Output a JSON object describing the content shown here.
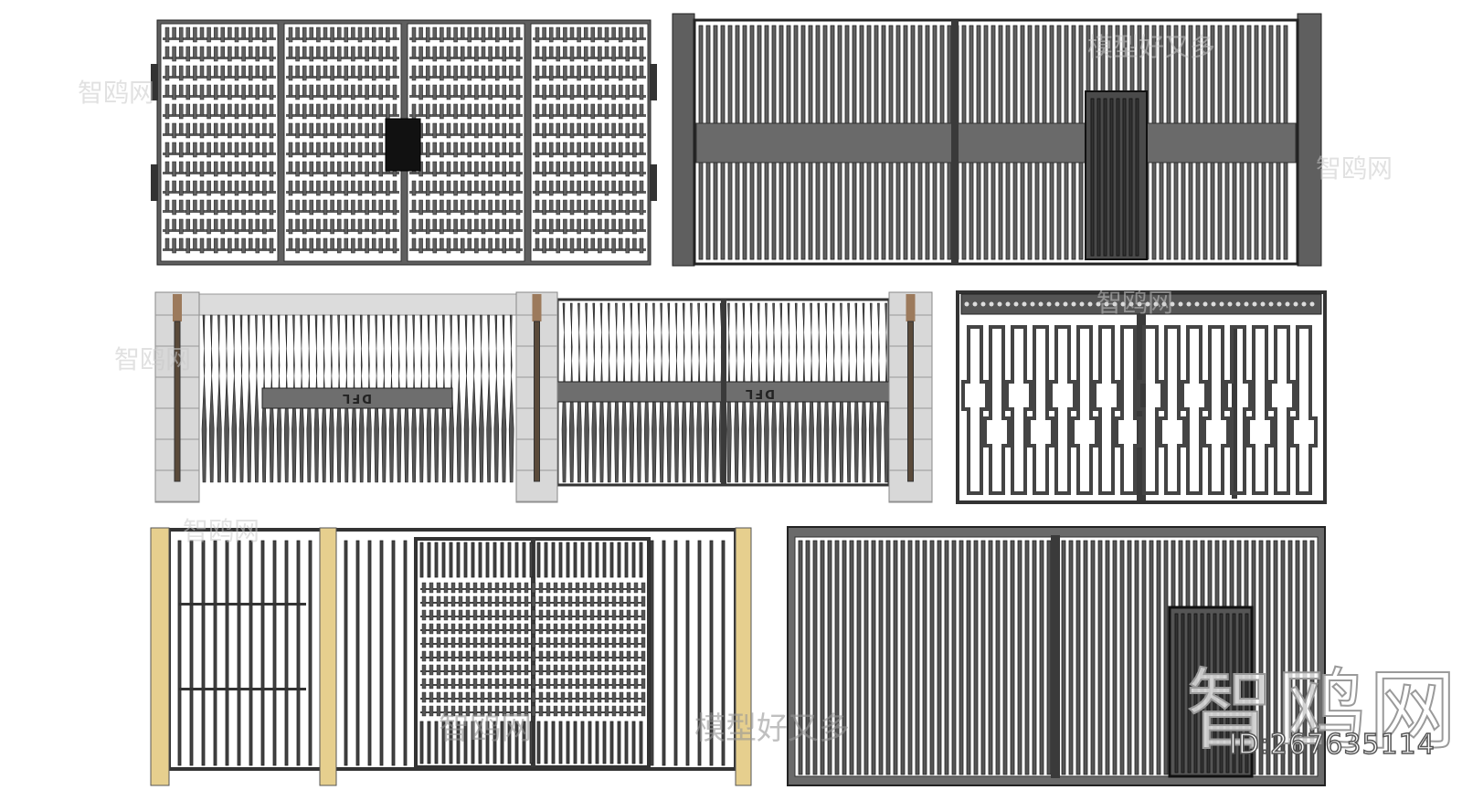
{
  "watermark": {
    "site": "智鸥网",
    "slogan": "模型好又多",
    "id_label": "ID:267635114"
  },
  "gates": [
    {
      "name": "gate-perforated-four-panel"
    },
    {
      "name": "gate-vertical-bar-with-band"
    },
    {
      "name": "gate-spindle-with-stone-pillars",
      "plaque_text": "DFL"
    },
    {
      "name": "gate-chinese-fret"
    },
    {
      "name": "gate-vertical-bar-wood-posts"
    },
    {
      "name": "gate-vertical-bar-with-wicket"
    }
  ],
  "colors": {
    "metal": "#5f5f5f",
    "frame": "#3a3a3a",
    "stone": "#d8d8d8",
    "wood": "#e6cf8e",
    "copper": "#9c7a5c"
  }
}
